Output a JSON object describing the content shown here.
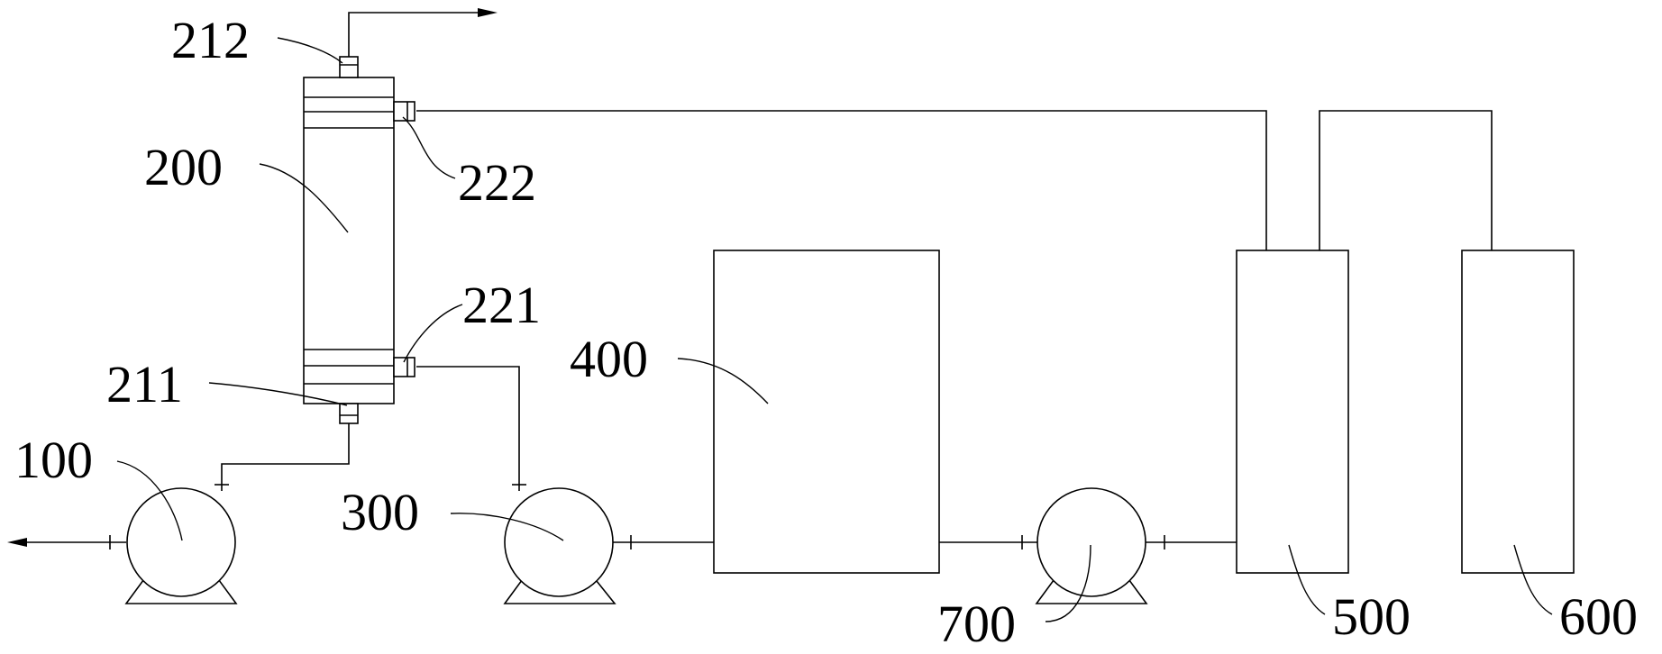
{
  "labels": {
    "pump_100": "100",
    "column_200": "200",
    "outlet_211": "211",
    "outlet_212": "212",
    "port_221": "221",
    "port_222": "222",
    "pump_300": "300",
    "tank_400": "400",
    "tank_500": "500",
    "tank_600": "600",
    "pump_700": "700"
  }
}
